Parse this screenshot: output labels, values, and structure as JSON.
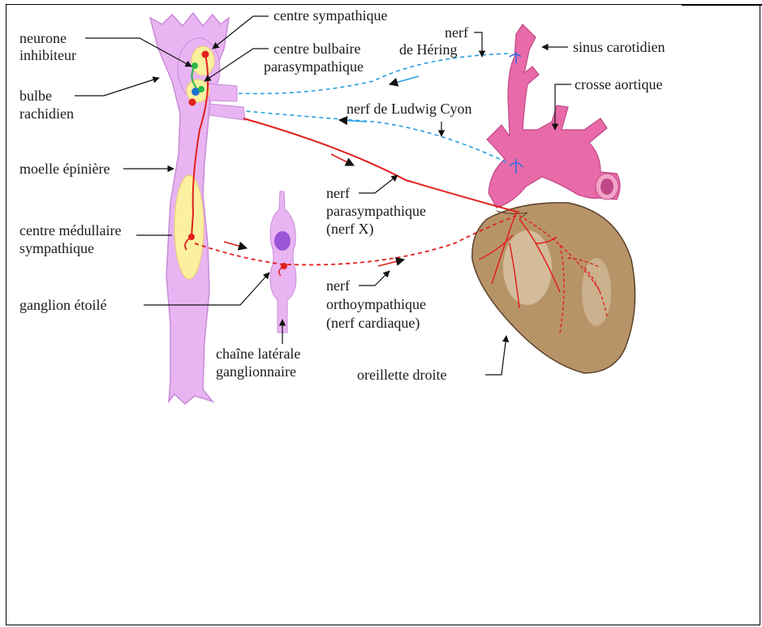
{
  "labels": {
    "neurone_inhibiteur": [
      "neurone",
      "inhibiteur"
    ],
    "centre_sympathique": [
      "centre sympathique"
    ],
    "centre_bulbaire": [
      "centre bulbaire",
      "parasympathique"
    ],
    "bulbe_rachidien": [
      "bulbe",
      "rachidien"
    ],
    "moelle_epiniere": [
      "moelle épinière"
    ],
    "centre_medullaire": [
      "centre médullaire",
      "sympathique"
    ],
    "ganglion_etoile": [
      "ganglion étoilé"
    ],
    "chaine_laterale": [
      "chaîne latérale",
      "ganglionnaire"
    ],
    "nerf_hering": [
      "nerf",
      "de Héring"
    ],
    "sinus_carotidien": [
      "sinus carotidien"
    ],
    "crosse_aortique": [
      "crosse aortique"
    ],
    "nerf_ludwig_cyon": [
      "nerf de Ludwig Cyon"
    ],
    "nerf_parasympathique": [
      "nerf",
      "parasympathique",
      "(nerf X)"
    ],
    "nerf_orthosympathique": [
      "nerf",
      "orthoympathique",
      "(nerf cardiaque)"
    ],
    "oreillette_droite": [
      "oreillette droite"
    ]
  },
  "colors": {
    "spinal_cord": "#e9b4f2",
    "spinal_outline": "#c98ad8",
    "center_yellow": "#fbf0a0",
    "aorta": "#e86aa8",
    "heart": "#b79468",
    "heart_light": "#d9c4a8",
    "sympathetic": "#e0201c",
    "sensory": "#2a9fe0",
    "inhibitor": "#2ab64a",
    "bulbar_blue": "#1f6fd0"
  }
}
